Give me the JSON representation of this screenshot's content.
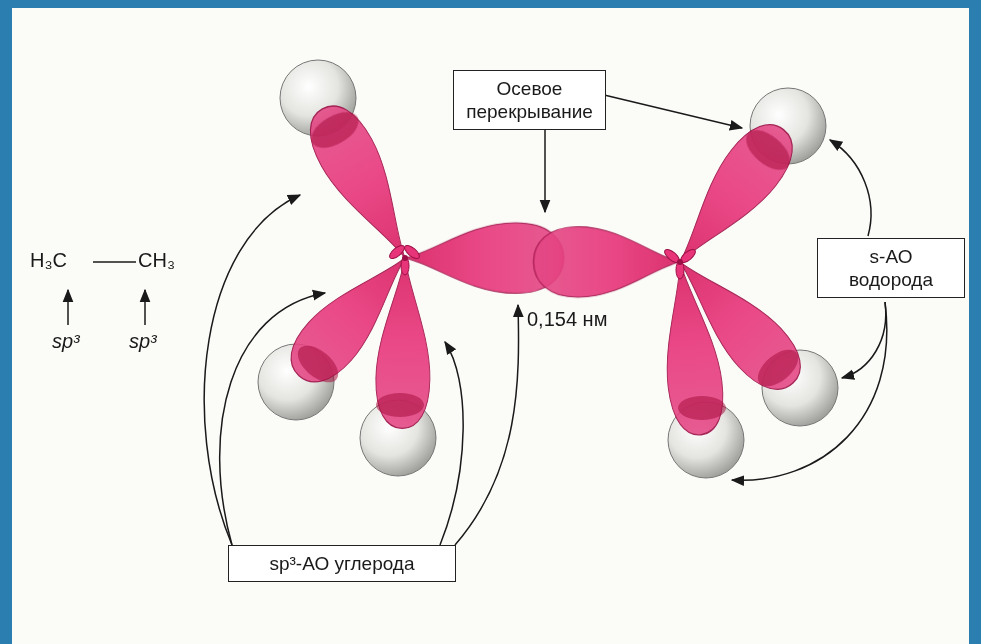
{
  "diagram": {
    "nodes": [
      {
        "text": [
          "Осевое перекрывание"
        ]
      },
      {
        "text": [
          "s-АО водорода"
        ]
      },
      {
        "text": [
          "sp³-АО углерода"
        ]
      }
    ],
    "labels": [
      "H₃C",
      "CH₃",
      "sp³",
      "sp³",
      "0,154 нм"
    ]
  }
}
